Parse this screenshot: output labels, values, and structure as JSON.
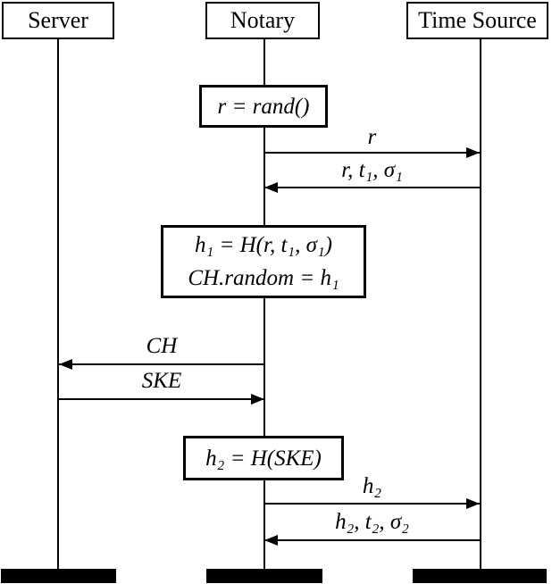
{
  "diagram": {
    "type": "sequence-diagram",
    "background_color": "#ffffff",
    "line_color": "#000000",
    "actors": [
      {
        "id": "server",
        "label": "Server"
      },
      {
        "id": "notary",
        "label": "Notary"
      },
      {
        "id": "time_source",
        "label": "Time Source"
      }
    ],
    "process_boxes": [
      {
        "id": "rand",
        "on": "notary",
        "lines": [
          "r = rand()"
        ]
      },
      {
        "id": "h1",
        "on": "notary",
        "lines": [
          "h₁ = H(r, t₁, σ₁)",
          "CH.random = h₁"
        ]
      },
      {
        "id": "h2",
        "on": "notary",
        "lines": [
          "h₂ = H(SKE)"
        ]
      }
    ],
    "messages": [
      {
        "from": "notary",
        "to": "time_source",
        "label": "r"
      },
      {
        "from": "time_source",
        "to": "notary",
        "label": "r, t₁, σ₁"
      },
      {
        "from": "notary",
        "to": "server",
        "label": "CH"
      },
      {
        "from": "server",
        "to": "notary",
        "label": "SKE"
      },
      {
        "from": "notary",
        "to": "time_source",
        "label": "h₂"
      },
      {
        "from": "time_source",
        "to": "notary",
        "label": "h₂, t₂, σ₂"
      }
    ]
  }
}
